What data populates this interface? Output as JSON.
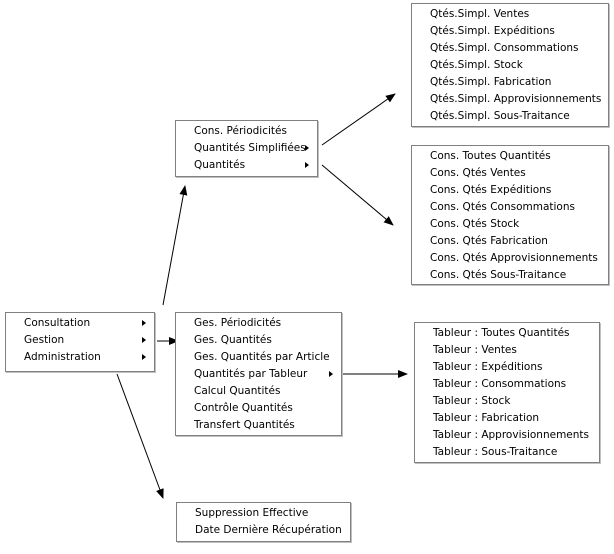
{
  "main_menu": {
    "items": [
      {
        "label": "Consultation",
        "submenu": true
      },
      {
        "label": "Gestion",
        "submenu": true
      },
      {
        "label": "Administration",
        "submenu": true
      }
    ]
  },
  "consultation_menu": {
    "items": [
      {
        "label": "Cons. Périodicités",
        "submenu": false
      },
      {
        "label": "Quantités Simplifiées",
        "submenu": true
      },
      {
        "label": "Quantités",
        "submenu": true
      }
    ]
  },
  "simplified_menu": {
    "items": [
      "Qtés.Simpl. Ventes",
      "Qtés.Simpl. Expéditions",
      "Qtés.Simpl. Consommations",
      "Qtés.Simpl. Stock",
      "Qtés.Simpl. Fabrication",
      "Qtés.Simpl. Approvisionnements",
      "Qtés.Simpl. Sous-Traitance"
    ]
  },
  "quantities_menu": {
    "items": [
      "Cons. Toutes Quantités",
      "Cons. Qtés Ventes",
      "Cons. Qtés Expéditions",
      "Cons. Qtés Consommations",
      "Cons. Qtés Stock",
      "Cons. Qtés Fabrication",
      "Cons. Qtés Approvisionnements",
      "Cons. Qtés Sous-Traitance"
    ]
  },
  "gestion_menu": {
    "items": [
      {
        "label": "Ges. Périodicités",
        "submenu": false
      },
      {
        "label": "Ges. Quantités",
        "submenu": false
      },
      {
        "label": "Ges. Quantités par Article",
        "submenu": false
      },
      {
        "label": "Quantités par Tableur",
        "submenu": true
      },
      {
        "label": "Calcul Quantités",
        "submenu": false
      },
      {
        "label": "Contrôle Quantités",
        "submenu": false
      },
      {
        "label": "Transfert Quantités",
        "submenu": false
      }
    ]
  },
  "tableur_menu": {
    "items": [
      "Tableur : Toutes Quantités",
      "Tableur : Ventes",
      "Tableur : Expéditions",
      "Tableur : Consommations",
      "Tableur : Stock",
      "Tableur : Fabrication",
      "Tableur : Approvisionnements",
      "Tableur : Sous-Traitance"
    ]
  },
  "admin_menu": {
    "items": [
      "Suppression Effective",
      "Date Dernière Récupération"
    ]
  }
}
